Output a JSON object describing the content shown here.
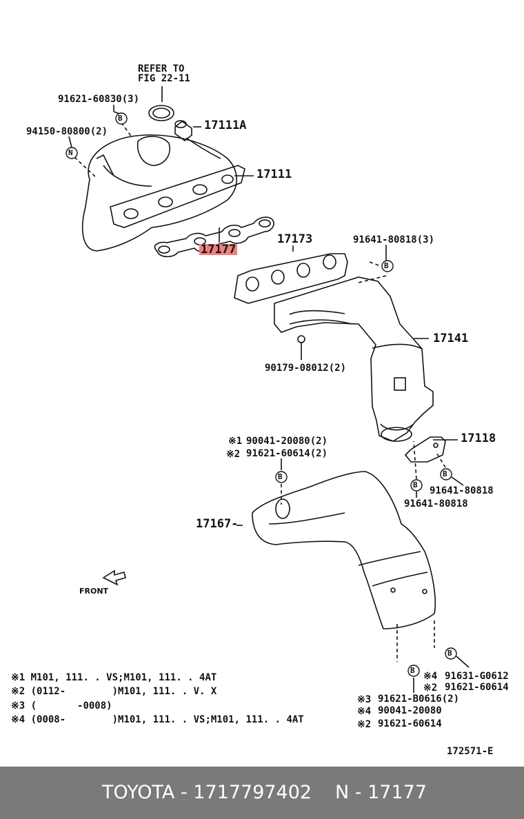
{
  "refer": {
    "line1": "REFER TO",
    "line2": "FIG 22-11"
  },
  "parts": {
    "p1": "91621-60830(3)",
    "p2": "94150-80800(2)",
    "p3": "17111A",
    "p4": "17111",
    "p5": "17177",
    "p6": "17173",
    "p7": "91641-80818(3)",
    "p8": "17141",
    "p9": "90179-08012(2)",
    "p10": "90041-20080(2)",
    "p11": "91621-60614(2)",
    "p12": "17118",
    "p13": "91641-80818",
    "p14": "91641-80818",
    "p15": "17167-",
    "p16": "91631-G0612",
    "p17": "91621-60614",
    "p18": "91621-B0616(2)",
    "p19": "90041-20080",
    "p20": "91621-60614"
  },
  "marks": {
    "m1": "※1",
    "m2": "※2",
    "m3": "※3",
    "m4": "※4",
    "m5": "※2",
    "m6": "※3",
    "m7": "※4",
    "m8": "※2"
  },
  "circle_letters": {
    "b": "B",
    "n": "N"
  },
  "front": "FRONT",
  "footnotes": [
    "※1 M101, 111. . VS;M101, 111. . 4AT",
    "※2 (0112-        )M101, 111. . V. X",
    "※3 (       -0008)",
    "※4 (0008-        )M101, 111. . VS;M101, 111. . 4AT"
  ],
  "fig_code": "172571-E",
  "footer": {
    "brand": "TOYOTA - 1717797402",
    "part": "N - 17177"
  },
  "colors": {
    "footer_bg": "#7a7a7a",
    "highlight": "#f08080"
  }
}
